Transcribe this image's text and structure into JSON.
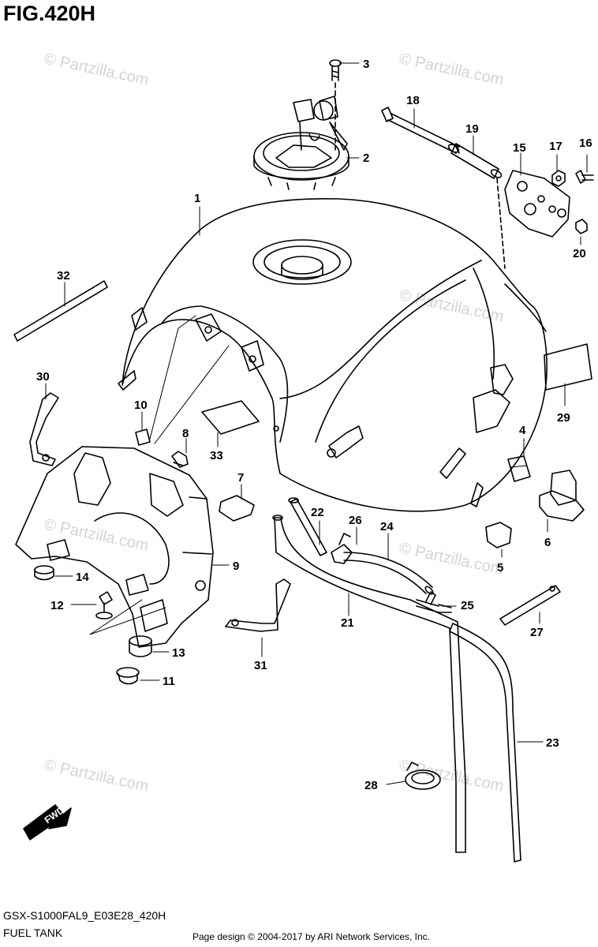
{
  "figure": {
    "title": "FIG.420H",
    "model_code": "GSX-S1000FAL9_E03E28_420H",
    "section_name": "FUEL TANK",
    "credit": "Page design © 2004-2017 by ARI Network Services, Inc.",
    "watermark_text": "© Partzilla.com",
    "fwd_label": "FWD"
  },
  "callouts": [
    "1",
    "2",
    "3",
    "4",
    "5",
    "6",
    "7",
    "8",
    "9",
    "10",
    "11",
    "12",
    "13",
    "14",
    "15",
    "16",
    "17",
    "18",
    "19",
    "20",
    "21",
    "22",
    "23",
    "24",
    "25",
    "26",
    "27",
    "28",
    "29",
    "30",
    "31",
    "32",
    "33"
  ],
  "colors": {
    "line": "#000000",
    "watermark": "#d4d4d4",
    "background": "#ffffff"
  }
}
